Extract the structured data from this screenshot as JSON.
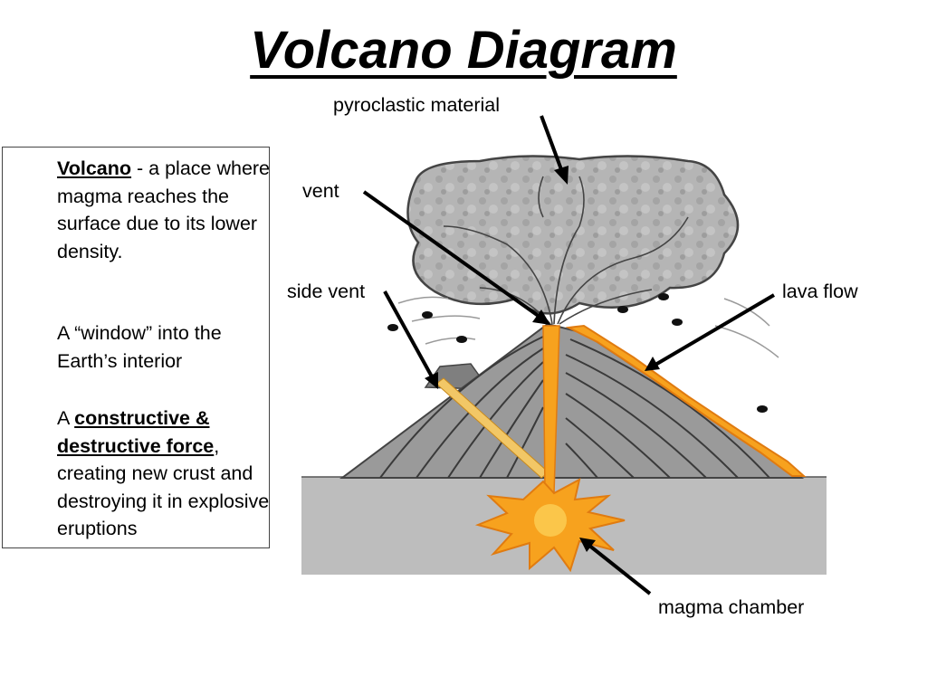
{
  "title": "Volcano Diagram",
  "definition": {
    "term": "Volcano",
    "term_rest": " - a place where magma reaches the surface due to its lower density.",
    "window_text": "A “window” into the Earth’s interior",
    "force_prefix": "A ",
    "force_term": "constructive & destructive force",
    "force_rest": ", creating new crust and destroying it in explosive eruptions"
  },
  "labels": {
    "pyroclastic": "pyroclastic material",
    "vent": "vent",
    "side_vent": "side vent",
    "lava_flow": "lava flow",
    "magma_chamber": "magma chamber"
  },
  "colors": {
    "ash_cloud": "#b5b5b5",
    "cone": "#9a9a9a",
    "ground": "#bdbdbd",
    "magma": "#f7a21e",
    "magma_light": "#fbc64a",
    "lava_edge": "#e07b10"
  }
}
